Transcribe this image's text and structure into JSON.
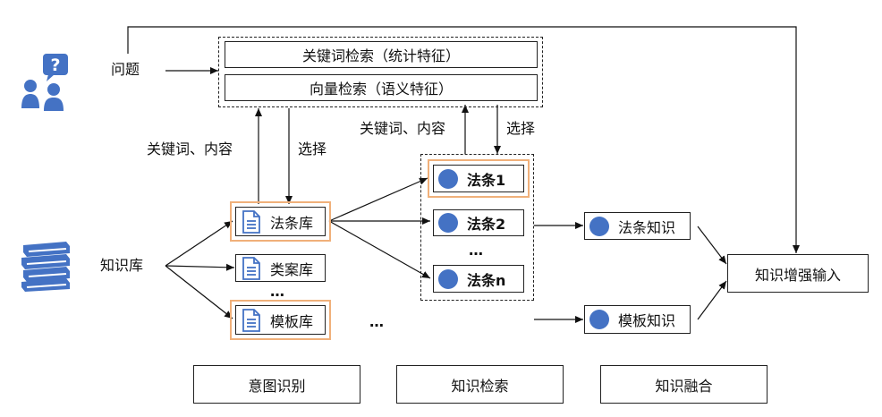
{
  "question_label": "问题",
  "kb_label": "知识库",
  "retrieval": {
    "keyword": "关键词检索（统计特征）",
    "vector": "向量检索（语义特征）"
  },
  "edge_labels": {
    "keyword_content_left": "关键词、内容",
    "select_left": "选择",
    "keyword_content_right": "关键词、内容",
    "select_right": "选择"
  },
  "libraries": [
    "法条库",
    "类案库",
    "模板库"
  ],
  "articles": [
    "法条1",
    "法条2",
    "法条n"
  ],
  "knowledge": {
    "article_knowledge": "法条知识",
    "template_knowledge": "模板知识",
    "enhanced_input": "知识增强输入"
  },
  "ellipsis": "…",
  "stages": [
    "意图识别",
    "知识检索",
    "知识融合"
  ],
  "colors": {
    "node_blue": "#4472c4",
    "highlight_orange": "#f0b07a"
  },
  "icons": {
    "question": "user-question-icon",
    "knowledge_base": "books-icon",
    "document": "document-icon"
  }
}
